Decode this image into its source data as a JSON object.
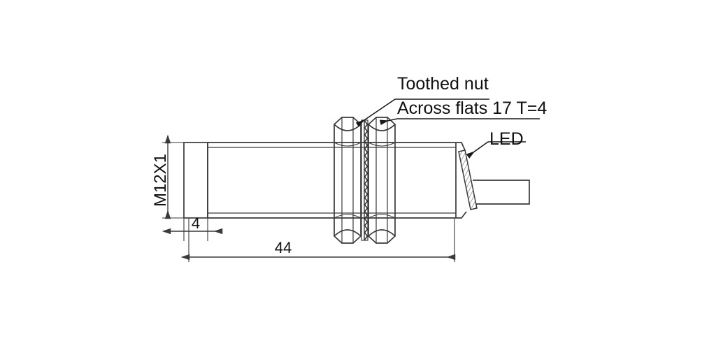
{
  "drawing": {
    "kind": "technical-dimension-drawing",
    "subject": "M12 cylindrical inductive proximity sensor, side view",
    "background_color": "#ffffff",
    "line_color": "#3a3a3a",
    "text_color": "#111111",
    "dimensions": {
      "thread_label": "M12X1",
      "sensing_face_length": "4",
      "body_length": "44"
    },
    "annotations": {
      "toothed_nut": "Toothed nut",
      "across_flats": "Across flats 17 T=4",
      "led": "LED"
    },
    "parts": {
      "sensing_face": "sensing-face",
      "threaded_barrel": "threaded-barrel",
      "front_nut": "front-hex-nut",
      "toothed_washer": "toothed-washer",
      "rear_nut": "rear-hex-nut",
      "rear_body": "rear-body",
      "led_band": "led-band",
      "cable": "cable"
    }
  }
}
